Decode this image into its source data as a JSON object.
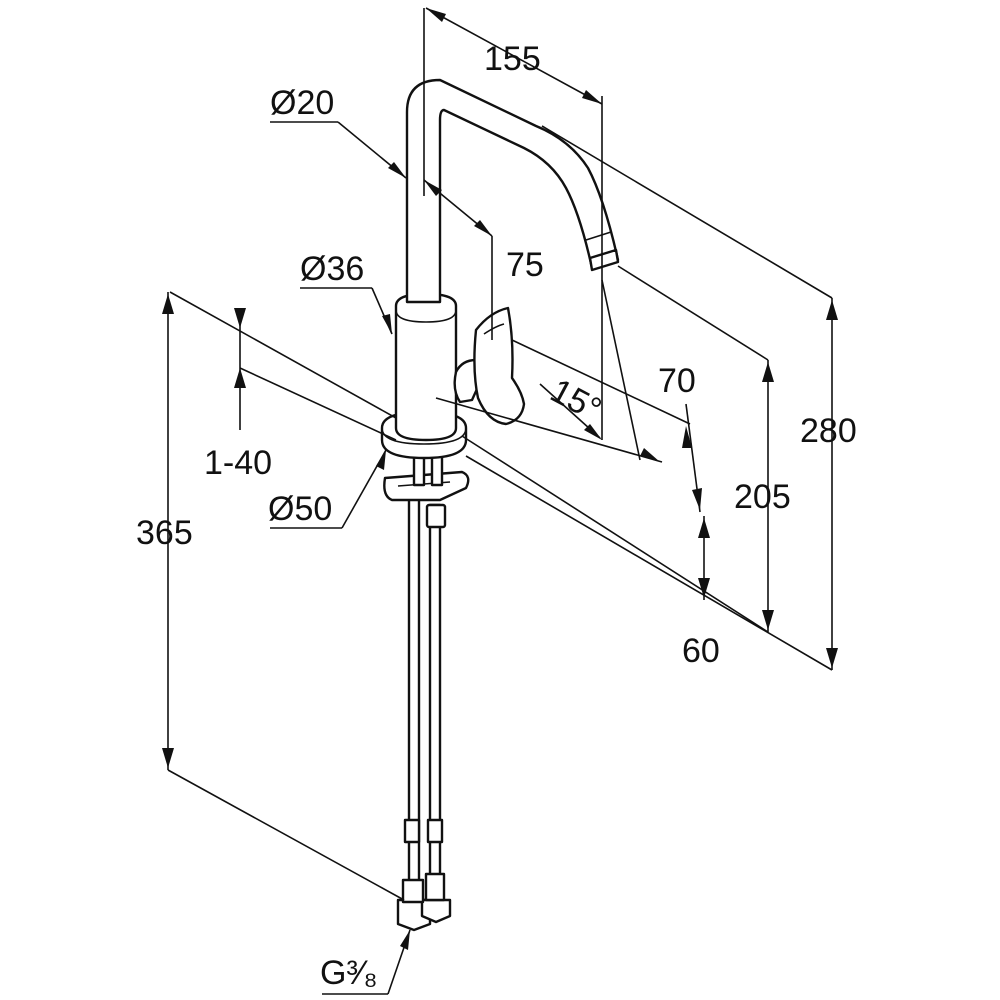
{
  "diagram": {
    "type": "technical-dimension-drawing",
    "subject": "kitchen-faucet",
    "line_color": "#111111",
    "background": "#ffffff",
    "dimensions": {
      "spout_reach": "155",
      "spout_tube_diameter": "Ø20",
      "spout_height_offset": "75",
      "body_diameter": "Ø36",
      "handle_angle": "15°",
      "handle_clearance": "70",
      "outlet_height": "205",
      "total_height": "280",
      "deck_thickness": "1-40",
      "base_diameter": "Ø50",
      "hose_length": "365",
      "base_offset": "60",
      "connection_thread": "G³⁄₈"
    }
  }
}
